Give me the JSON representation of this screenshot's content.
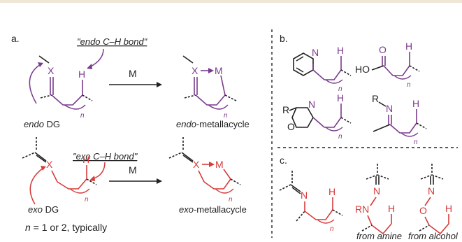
{
  "colors": {
    "purple": "#7a3a8e",
    "red": "#d63b3b",
    "black": "#222222",
    "rule": "#f0e6d6"
  },
  "panel_a": {
    "label": "a.",
    "endo_bond": "\"endo C–H bond\"",
    "exo_bond": "\"exo C–H bond\"",
    "reagent": "M",
    "endo_dg_prefix": "endo",
    "endo_dg_suffix": " DG",
    "endo_product_prefix": "endo",
    "endo_product_suffix": "-metallacycle",
    "exo_dg_prefix": "exo",
    "exo_dg_suffix": " DG",
    "exo_product_prefix": "exo",
    "exo_product_suffix": "-metallacycle",
    "note_n": "n",
    "note_rest": " = 1 or 2, typically"
  },
  "atoms": {
    "X": "X",
    "H": "H",
    "M": "M",
    "N": "N",
    "O": "O",
    "R": "R",
    "RN": "RN",
    "HO": "HO",
    "n": "n"
  },
  "panel_b": {
    "label": "b."
  },
  "panel_c": {
    "label": "c.",
    "from_amine": "from amine",
    "from_alcohol": "from alcohol"
  }
}
